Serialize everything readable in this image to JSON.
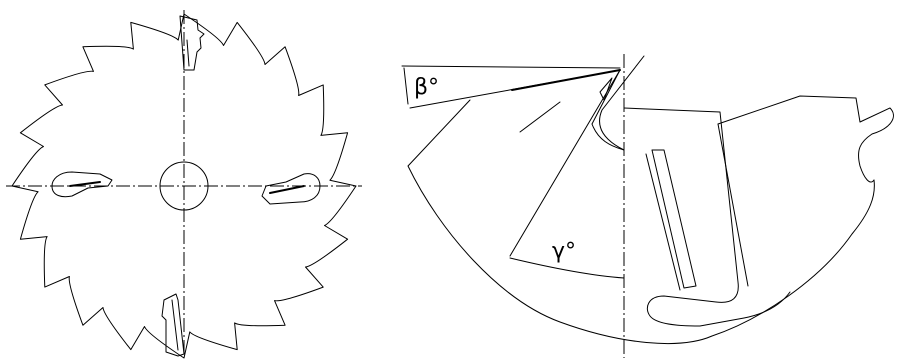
{
  "figure": {
    "saw_blade": {
      "tooth_count": 20
    },
    "tooth_detail": {
      "angle_label_beta": "β°",
      "angle_label_gamma": "γ°"
    }
  }
}
